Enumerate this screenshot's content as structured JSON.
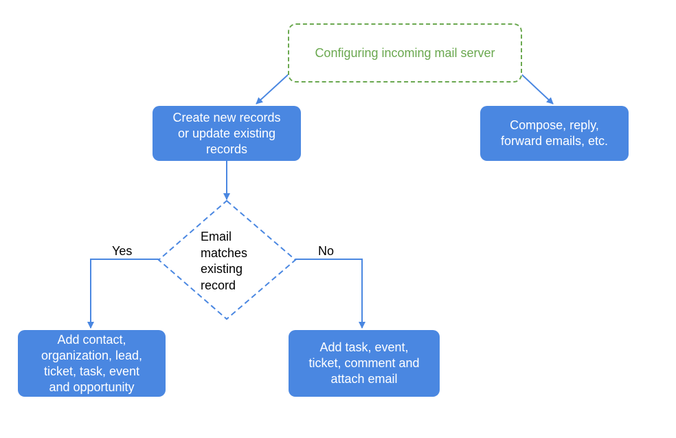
{
  "diagram": {
    "start": {
      "label": "Configuring incoming mail server"
    },
    "create_records": {
      "label": "Create new records\nor update existing\nrecords"
    },
    "compose": {
      "label": "Compose, reply,\nforward emails, etc."
    },
    "decision": {
      "label": "Email\nmatches\nexisting\nrecord"
    },
    "yes_branch": {
      "label": "Yes",
      "result": "Add contact,\norganization, lead,\nticket, task, event\nand opportunity"
    },
    "no_branch": {
      "label": "No",
      "result": "Add task, event,\nticket, comment and\nattach email"
    },
    "colors": {
      "box_fill": "#4a87e1",
      "box_text": "#ffffff",
      "start_border": "#6aa84f",
      "connector": "#4a87e1",
      "decision_border": "#4a87e1"
    }
  }
}
